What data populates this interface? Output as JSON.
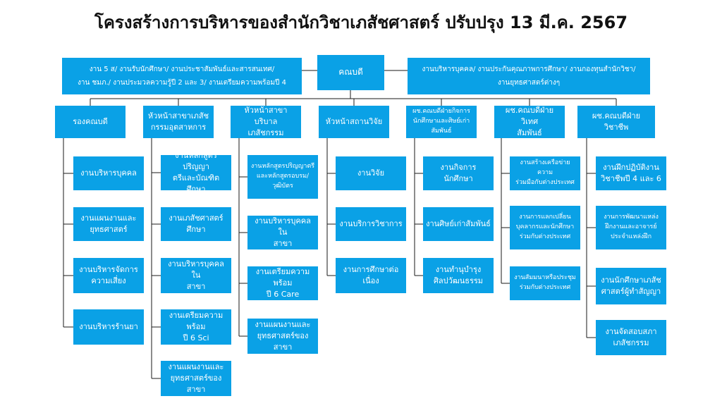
{
  "title": "โครงสร้างการบริหารของสำนักวิชาเภสัชศาสตร์ ปรับปรุง 13 มี.ค. 2567",
  "colors": {
    "box": "#0aa1e6",
    "line": "#1a1a1a",
    "text": "#ffffff"
  },
  "top": {
    "left": "งาน 5 ส/ งานรับนักศึกษา/ งานประชาสัมพันธ์และสารสนเทศ/\nงาน ชมภ./ งานประมวลความรู้ปี 2 และ 3/ งานเตรียมความพร้อมปี 4",
    "dean": "คณบดี",
    "right": "งานบริหารบุคคล/ งานประกันคุณภาพการศึกษา/ งานกองทุนสำนักวิชา/\nงานยุทธศาสตร์ต่างๆ"
  },
  "columns": [
    {
      "head": "รองคณบดี",
      "items": [
        "งานบริหารบุคคล",
        "งานแผนงานและ\nยุทธศาสตร์",
        "งานบริหารจัดการ\nความเสี่ยง",
        "งานบริหารร้านยา"
      ]
    },
    {
      "head": "หัวหน้าสาขาเภสัช\nกรรมอุตสาหการ",
      "items": [
        "งานหลักสูตรปริญญา\nตรีและบัณฑิตศึกษา",
        "งานเภสัชศาสตร์ศึกษา",
        "งานบริหารบุคคลใน\nสาขา",
        "งานเตรียมความพร้อม\nปี 6 Sci",
        "งานแผนงานและ\nยุทธศาสตร์ของสาขา"
      ]
    },
    {
      "head": "หัวหน้าสาขาบริบาล\nเภสัชกรรม",
      "items": [
        "งานหลักสูตรปริญญาตรี\nและหลักสูตรอบรม/\nวุฒิบัตร",
        "งานบริหารบุคคลใน\nสาขา",
        "งานเตรียมความพร้อม\nปี 6 Care",
        "งานแผนงานและ\nยุทธศาสตร์ของสาขา"
      ]
    },
    {
      "head": "หัวหน้าสถานวิจัย",
      "items": [
        "งานวิจัย",
        "งานบริการวิชาการ",
        "งานการศึกษาต่อเนื่อง"
      ]
    },
    {
      "head": "ผช.คณบดีฝ่ายกิจการ\nนักศึกษาและศิษย์เก่า\nสัมพันธ์",
      "items": [
        "งานกิจการนักศึกษา",
        "งานศิษย์เก่าสัมพันธ์",
        "งานทำนุบำรุง\nศิลปวัฒนธรรม"
      ]
    },
    {
      "head": "ผช.คณบดีฝ่ายวิเทศ\nสัมพันธ์",
      "items": [
        "งานสร้างเครือข่ายความ\nร่วมมือกับต่างประเทศ",
        "งานการแลกเปลี่ยน\nบุคลากรและนักศึกษา\nร่วมกับต่างประเทศ",
        "งานสัมมนาหรือประชุม\nร่วมกับต่างประเทศ"
      ]
    },
    {
      "head": "ผช.คณบดีฝ่ายวิชาชีพ",
      "items": [
        "งานฝึกปฏิบัติงาน\nวิชาชีพปี 4 และ 6",
        "งานการพัฒนาแหล่ง\nฝึกงานและอาจารย์\nประจำแหล่งฝึก",
        "งานนักศึกษาเภสัช\nศาสตร์ผู้ทำสัญญา",
        "งานจัดสอบสภา\nเภสัชกรรม"
      ]
    }
  ]
}
